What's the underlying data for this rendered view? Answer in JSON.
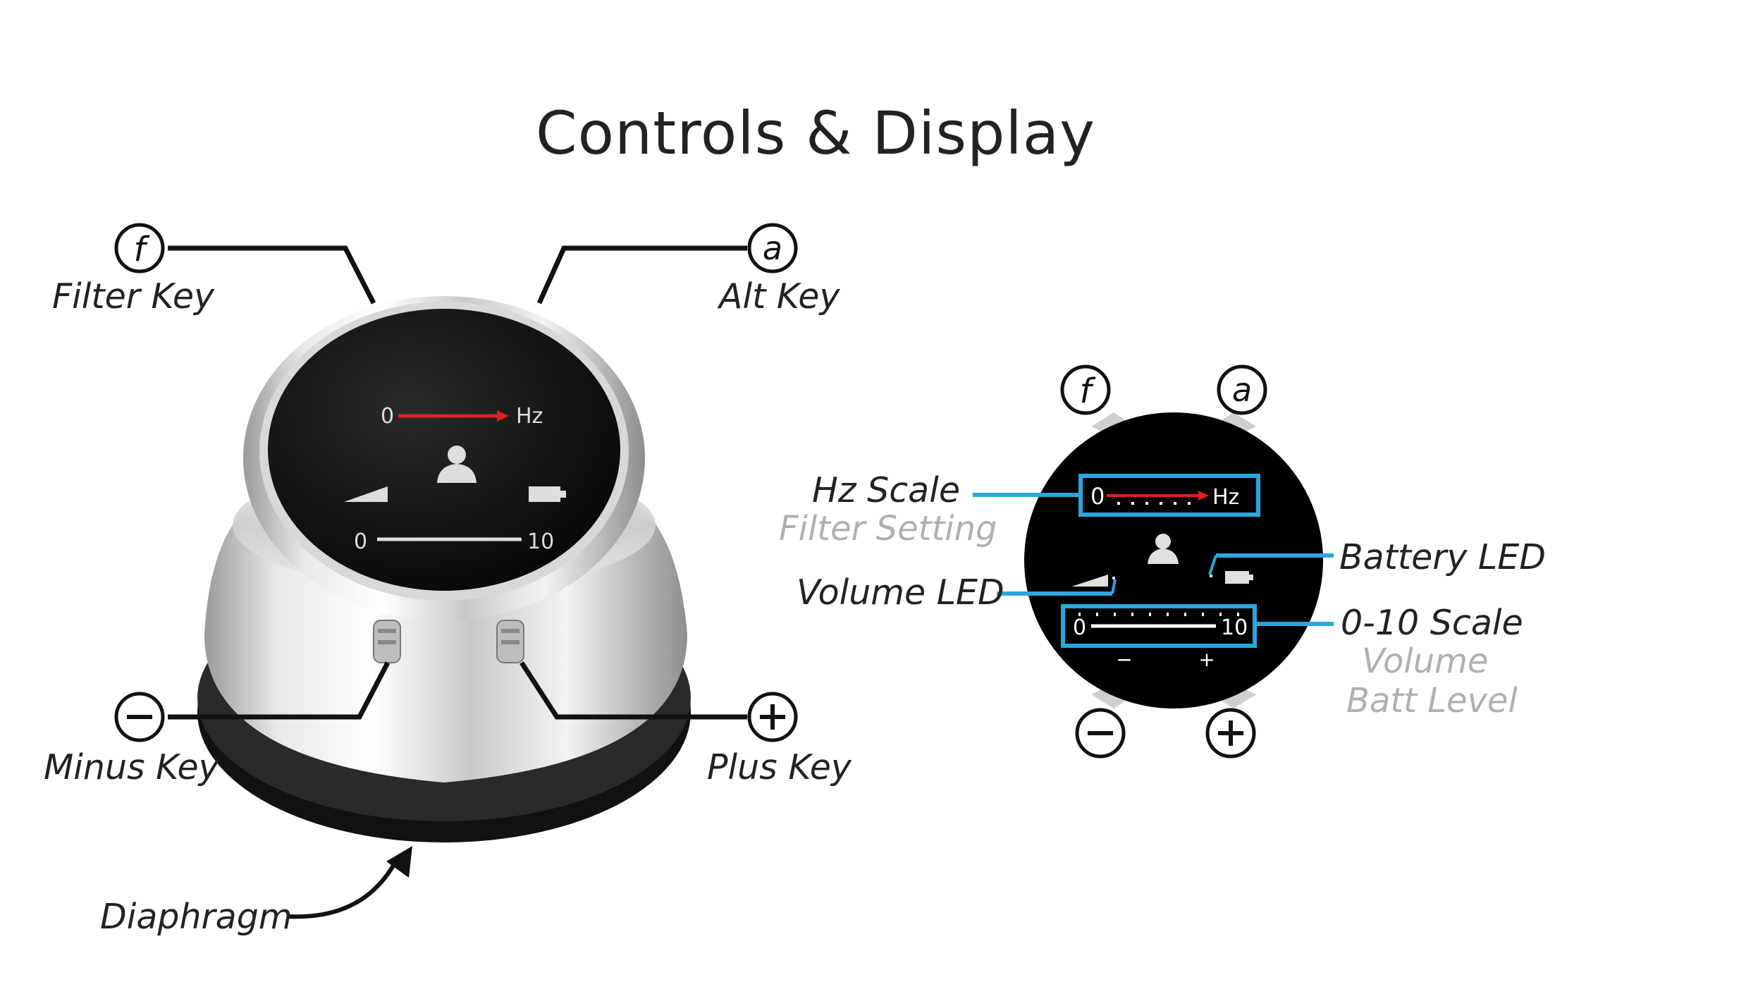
{
  "title": "Controls & Display",
  "left_device": {
    "labels": {
      "filter_key": "Filter Key",
      "alt_key": "Alt Key",
      "minus_key": "Minus Key",
      "plus_key": "Plus Key",
      "diaphragm": "Diaphragm"
    },
    "key_symbols": {
      "filter": "f",
      "alt": "a"
    },
    "screen": {
      "hz_zero": "0",
      "hz_unit": "Hz",
      "scale_min": "0",
      "scale_max": "10"
    }
  },
  "display_diagram": {
    "labels": {
      "hz_scale": "Hz Scale",
      "hz_scale_sub": "Filter Setting",
      "volume_led": "Volume LED",
      "battery_led": "Battery LED",
      "scale_0_10": "0-10 Scale",
      "scale_sub_1": "Volume",
      "scale_sub_2": "Batt Level"
    },
    "key_symbols": {
      "filter": "f",
      "alt": "a"
    },
    "screen": {
      "hz_zero": "0",
      "hz_unit": "Hz",
      "scale_min": "0",
      "scale_max": "10",
      "minus": "−",
      "plus": "+"
    }
  },
  "colors": {
    "callout_blue": "#2aa7dd",
    "hz_arrow_red": "#e02020",
    "label_gray": "#b0b0b0"
  }
}
